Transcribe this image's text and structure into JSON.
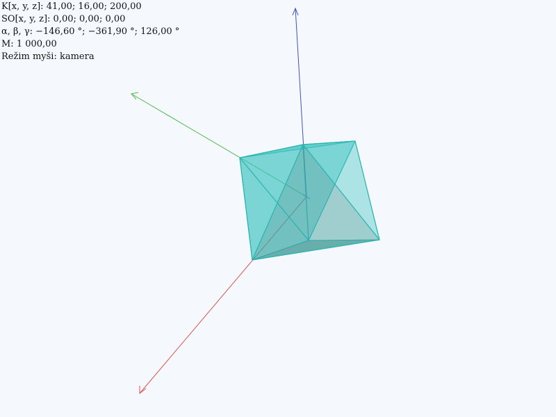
{
  "hud": {
    "camera_position": "K[x, y, z]: 41,00; 16,00; 200,00",
    "object_center": "SO[x, y, z]: 0,00; 0,00; 0,00",
    "rotation": "α, β, γ: −146,60 °; −361,90 °; 126,00 °",
    "scale": "M: 1 000,00",
    "mouse_mode": "Režim myši: kamera"
  },
  "scene": {
    "object": "octahedron",
    "colors": {
      "x_axis": "#d9534f",
      "y_axis": "#4cbb4c",
      "z_axis": "#3f4fbf",
      "face_fill": "#3fc4c0",
      "face_fill_dark": "#3a8f8c",
      "edge": "#2bb5b0",
      "background": "#f5f9fd"
    }
  }
}
